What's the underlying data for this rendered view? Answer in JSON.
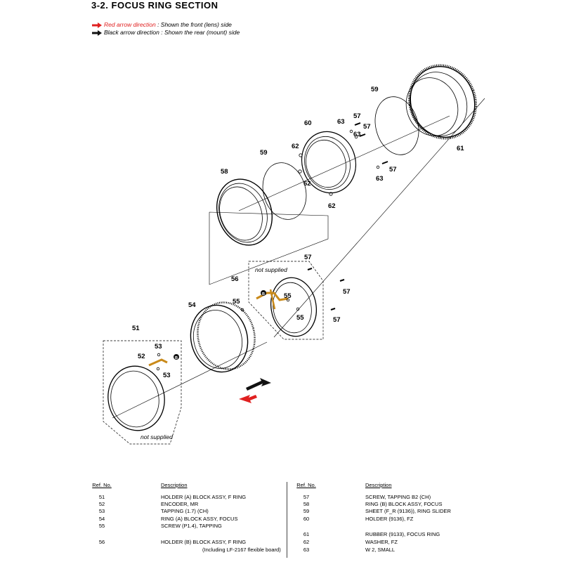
{
  "title": "3-2.  FOCUS RING SECTION",
  "legend": {
    "red_label": "Red arrow direction",
    "red_desc": "  : Shown the front (lens) side",
    "black_label": "Black arrow direction",
    "black_desc": " : Shown the rear (mount) side",
    "red_color": "#e02020",
    "black_color": "#111111"
  },
  "callouts": {
    "c51": "51",
    "c52": "52",
    "c53a": "53",
    "c53b": "53",
    "c54": "54",
    "c55a": "55",
    "c55b": "55",
    "c55c": "55",
    "c56": "56",
    "c57a": "57",
    "c57b": "57",
    "c57c": "57",
    "c57d": "57",
    "c57e": "57",
    "c57f": "57",
    "c58": "58",
    "c59a": "59",
    "c59b": "59",
    "c60": "60",
    "c61": "61",
    "c62a": "62",
    "c62b": "62",
    "c62c": "62",
    "c63a": "63",
    "c63b": "63",
    "c63c": "63",
    "not_supplied_top": "not supplied",
    "not_supplied_bottom": "not supplied",
    "marker_b": "B"
  },
  "table": {
    "ref_header": "Ref. No.",
    "desc_header": "Description",
    "left_rows": [
      {
        "ref": "51",
        "desc": "HOLDER (A) BLOCK ASSY, F RING"
      },
      {
        "ref": "52",
        "desc": "ENCODER, MR"
      },
      {
        "ref": "53",
        "desc": "TAPPING (1.7) (CH)"
      },
      {
        "ref": "54",
        "desc": "RING (A) BLOCK ASSY, FOCUS"
      },
      {
        "ref": "55",
        "desc": "SCREW (P1.4), TAPPING"
      },
      {
        "ref": "",
        "desc": ""
      },
      {
        "ref": "56",
        "desc": "HOLDER (B) BLOCK ASSY, F RING"
      },
      {
        "ref": "",
        "desc": "(Including LF-2167 flexible board)"
      }
    ],
    "right_rows": [
      {
        "ref": "57",
        "desc": "SCREW, TAPPING B2 (CH)"
      },
      {
        "ref": "58",
        "desc": "RING (B) BLOCK ASSY, FOCUS"
      },
      {
        "ref": "59",
        "desc": "SHEET (F_R (9136)), RING SLIDER"
      },
      {
        "ref": "60",
        "desc": "HOLDER (9136), FZ"
      },
      {
        "ref": "",
        "desc": ""
      },
      {
        "ref": "61",
        "desc": "RUBBER (9133), FOCUS RING"
      },
      {
        "ref": "62",
        "desc": "WASHER, FZ"
      },
      {
        "ref": "63",
        "desc": "W 2, SMALL"
      }
    ]
  }
}
